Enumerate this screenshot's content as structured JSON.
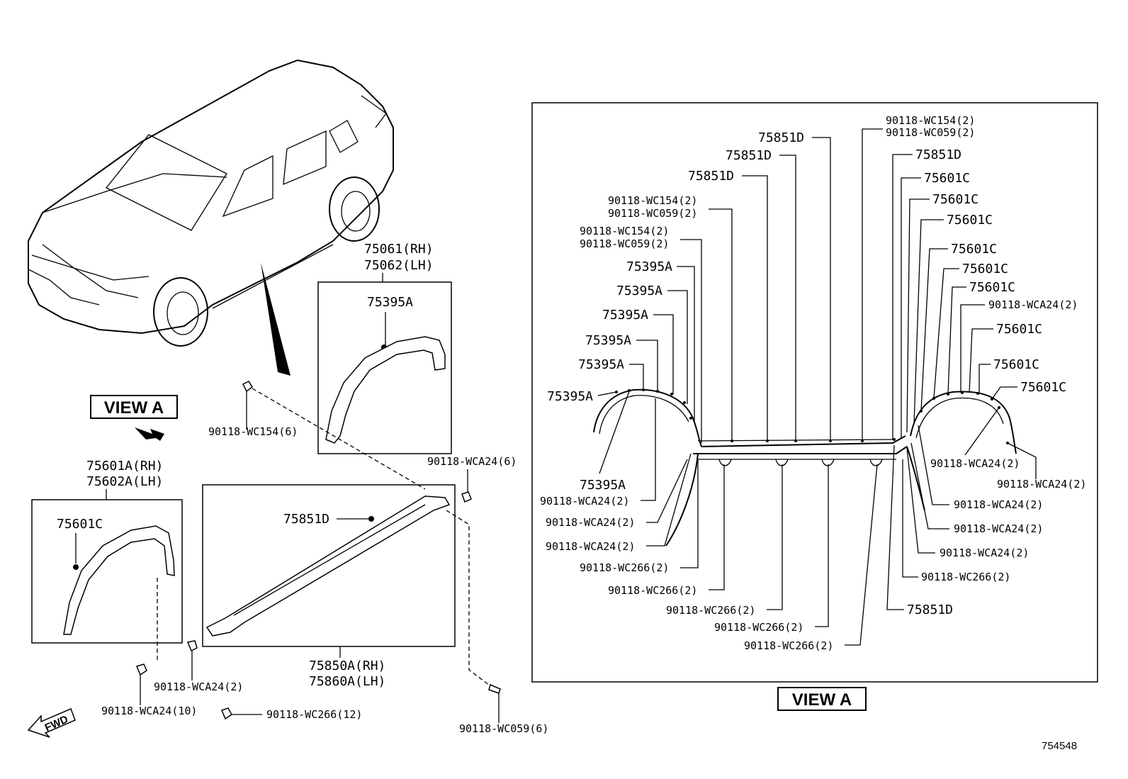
{
  "diagram": {
    "view_a_label_left": "VIEW A",
    "view_a_label_right": "VIEW A",
    "fwd_label": "FWD",
    "reference_number": "754548",
    "left_parts": {
      "fender_front_header_rh": "75061(RH)",
      "fender_front_header_lh": "75062(LH)",
      "fender_front_clip": "75395A",
      "fender_rear_header_rh": "75601A(RH)",
      "fender_rear_header_lh": "75602A(LH)",
      "fender_rear_clip": "75601C",
      "rocker_clip": "75851D",
      "rocker_header_rh": "75850A(RH)",
      "rocker_header_lh": "75860A(LH)",
      "screw_wc154_6": "90118-WC154(6)",
      "clip_wca24_6": "90118-WCA24(6)",
      "clip_wca24_2": "90118-WCA24(2)",
      "clip_wca24_10": "90118-WCA24(10)",
      "clip_wc266_12": "90118-WC266(12)",
      "screw_wc059_6": "90118-WC059(6)"
    },
    "view_a_labels": {
      "top_wc154": "90118-WC154(2)",
      "top_wc059": "90118-WC059(2)",
      "d1": "75851D",
      "d2": "75851D",
      "d3": "75851D",
      "d4": "75851D",
      "d5": "75851D",
      "mid_wc154": "90118-WC154(2)",
      "mid_wc059": "90118-WC059(2)",
      "left_wc154": "90118-WC154(2)",
      "left_wc059": "90118-WC059(2)",
      "a1": "75395A",
      "a2": "75395A",
      "a3": "75395A",
      "a4": "75395A",
      "a5": "75395A",
      "a6": "75395A",
      "a7": "75395A",
      "c1": "75601C",
      "c2": "75601C",
      "c3": "75601C",
      "c4": "75601C",
      "c5": "75601C",
      "c6": "75601C",
      "c7": "75601C",
      "c8": "75601C",
      "c9": "75601C",
      "r_wca24_top": "90118-WCA24(2)",
      "r_wca24_1": "90118-WCA24(2)",
      "r_wca24_2": "90118-WCA24(2)",
      "r_wca24_3": "90118-WCA24(2)",
      "r_wca24_4": "90118-WCA24(2)",
      "r_wca24_5": "90118-WCA24(2)",
      "r_wc266": "90118-WC266(2)",
      "l_wca24_1": "90118-WCA24(2)",
      "l_wca24_2": "90118-WCA24(2)",
      "l_wca24_3": "90118-WCA24(2)",
      "b_wc266_1": "90118-WC266(2)",
      "b_wc266_2": "90118-WC266(2)",
      "b_wc266_3": "90118-WC266(2)",
      "b_wc266_4": "90118-WC266(2)",
      "b_wc266_5": "90118-WC266(2)"
    }
  }
}
